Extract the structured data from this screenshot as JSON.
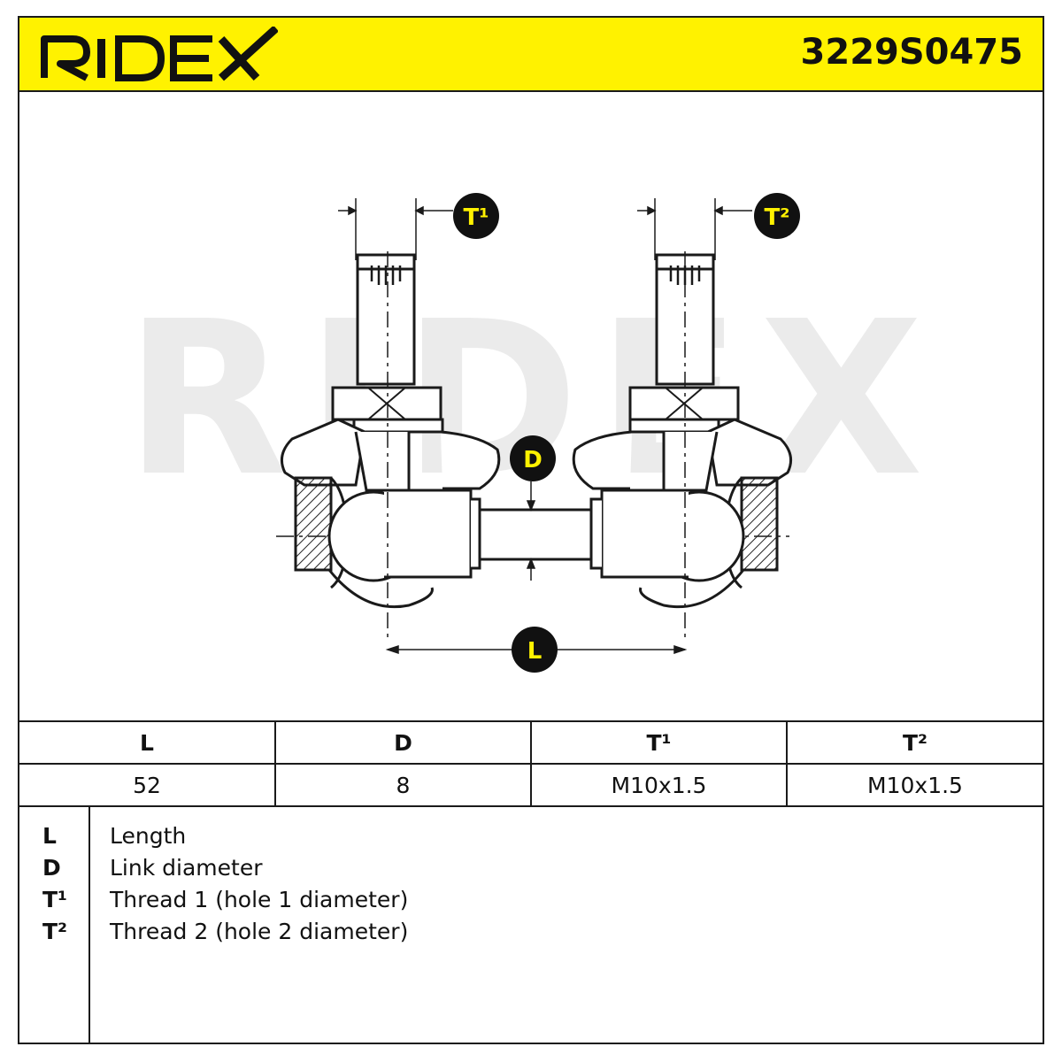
{
  "header": {
    "brand": "RIDEX",
    "part_number": "3229S0475"
  },
  "colors": {
    "accent": "#fff200",
    "line": "#1a1a1a",
    "watermark": "#ebebeb"
  },
  "diagram": {
    "watermark": "RIDEX",
    "labels": {
      "t1": "T¹",
      "t2": "T²",
      "d": "D",
      "l": "L"
    }
  },
  "spec_table": {
    "headers": [
      "L",
      "D",
      "T¹",
      "T²"
    ],
    "values": [
      "52",
      "8",
      "M10x1.5",
      "M10x1.5"
    ]
  },
  "legend": [
    {
      "key": "L",
      "text": "Length"
    },
    {
      "key": "D",
      "text": "Link diameter"
    },
    {
      "key": "T¹",
      "text": "Thread 1 (hole 1 diameter)"
    },
    {
      "key": "T²",
      "text": "Thread 2 (hole 2 diameter)"
    }
  ]
}
